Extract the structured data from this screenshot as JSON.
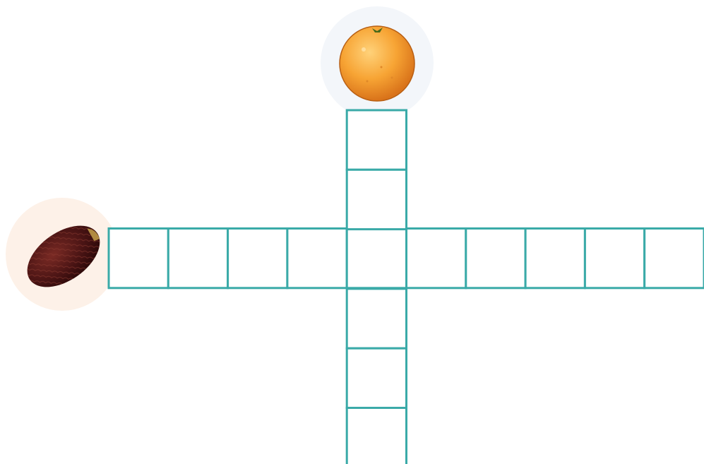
{
  "puzzle": {
    "across": {
      "clue_picture": "salak-snake-fruit-icon",
      "letter_count": 10,
      "crossing_index": 4
    },
    "down": {
      "clue_picture": "orange-fruit-icon",
      "letter_count": 6,
      "crossing_index": 2
    }
  },
  "colors": {
    "grid_line": "#3aaaa8",
    "orange_badge": "#f3f6fa",
    "salak_badge": "#fdf1e8",
    "orange_fruit": "#f5a030",
    "salak_fruit": "#5a1a1a"
  }
}
